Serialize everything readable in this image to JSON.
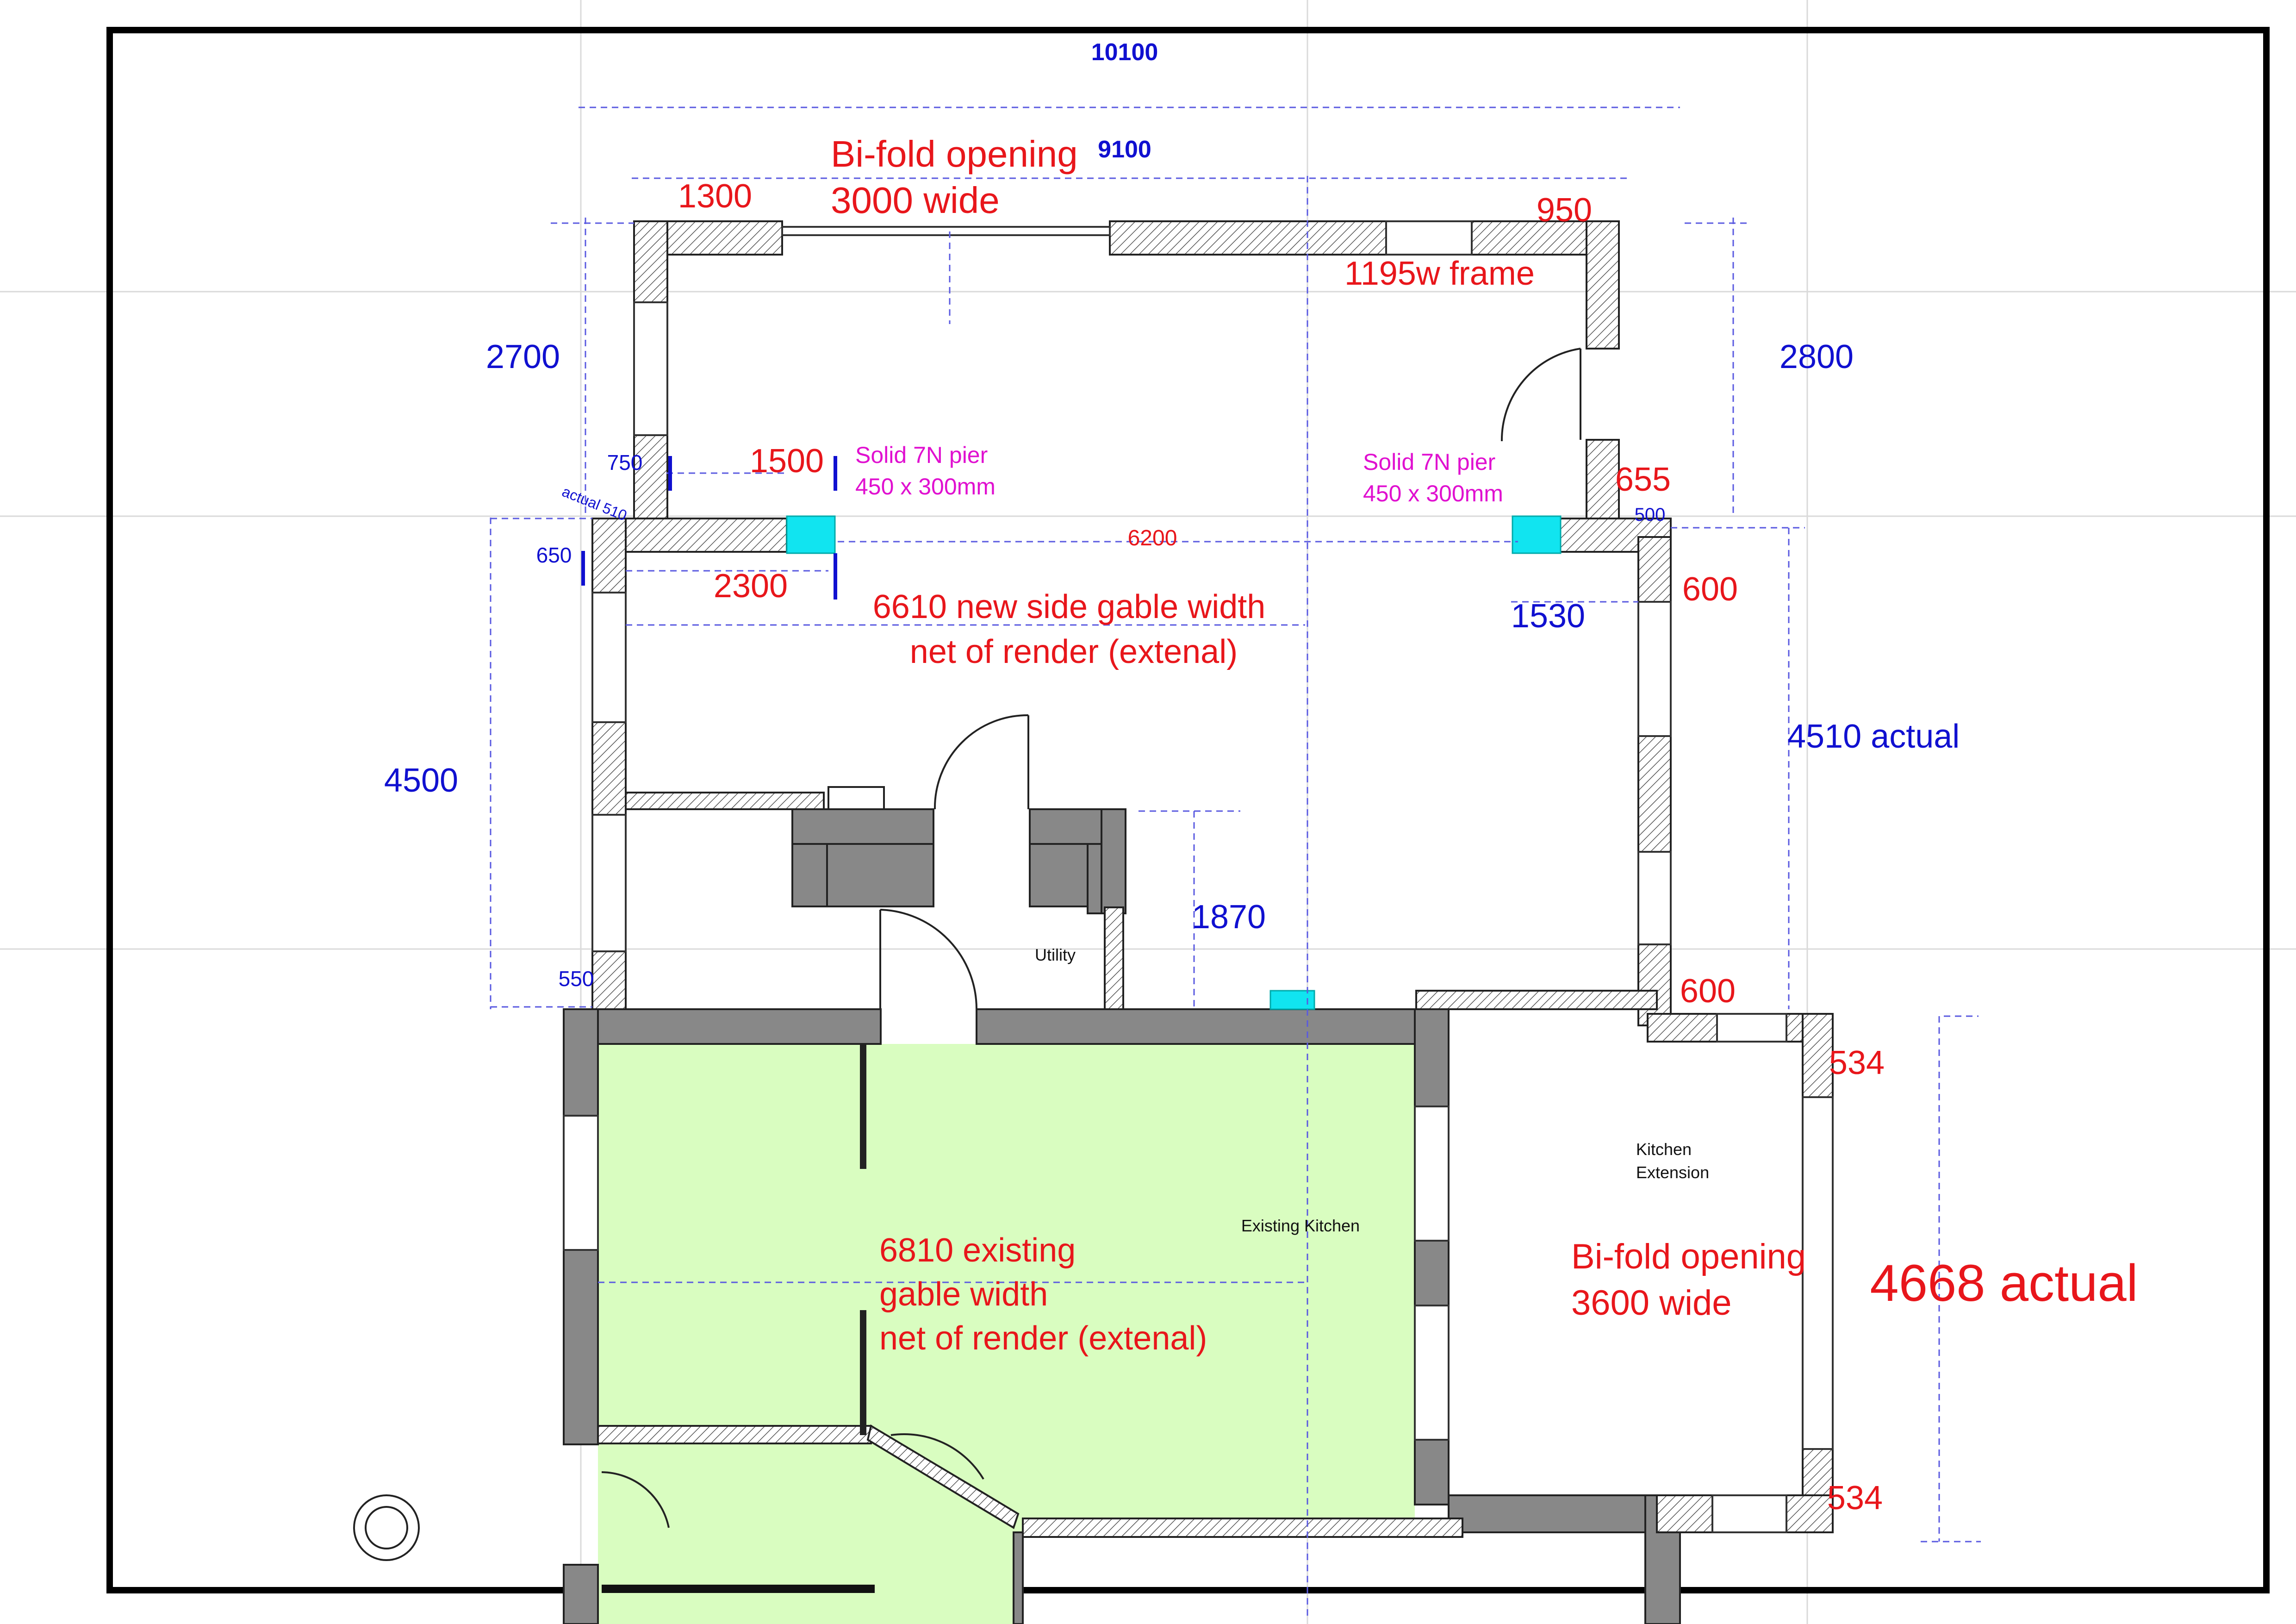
{
  "colors": {
    "wall_existing": "#888888",
    "kitchen_fill": "#d9fdc0",
    "pier": "#11e4f0",
    "dim_red": "#e8161b",
    "dim_blue": "#1010d0",
    "note_magenta": "#e010d0"
  },
  "dims_blue": {
    "overall": "10100",
    "inner": "9100",
    "left_top": "2700",
    "right_top": "2800",
    "left_mid": "4500",
    "right_mid": "4510 actual",
    "utility": "1870",
    "pier_right": "1530",
    "small_750": "750",
    "small_650": "650",
    "small_550": "550",
    "small_500": "500",
    "actual_510": "actual 510"
  },
  "dims_red": {
    "d1300": "1300",
    "d950": "950",
    "d1500": "1500",
    "d2300": "2300",
    "d6200": "6200",
    "d655": "655",
    "d600a": "600",
    "d600b": "600",
    "d534a": "534",
    "d534b": "534",
    "d4668": "4668 actual"
  },
  "notes": {
    "bifold_top_1": "Bi-fold opening",
    "bifold_top_2": "3000 wide",
    "frame": "1195w frame",
    "gable_new_1": "6610 new side gable width",
    "gable_new_2": "net of render  (extenal)",
    "gable_exist_1": "6810 existing",
    "gable_exist_2": "gable width",
    "gable_exist_3": "net of render  (extenal)",
    "bifold_side_1": "Bi-fold opening",
    "bifold_side_2": "3600 wide",
    "pier_left_1": "Solid 7N pier",
    "pier_left_2": "450 x 300mm",
    "pier_right_1": "Solid 7N pier",
    "pier_right_2": "450 x 300mm"
  },
  "rooms": {
    "utility": "Utility",
    "existing_kitchen": "Existing Kitchen",
    "kitchen_ext_1": "Kitchen",
    "kitchen_ext_2": "Extension"
  }
}
